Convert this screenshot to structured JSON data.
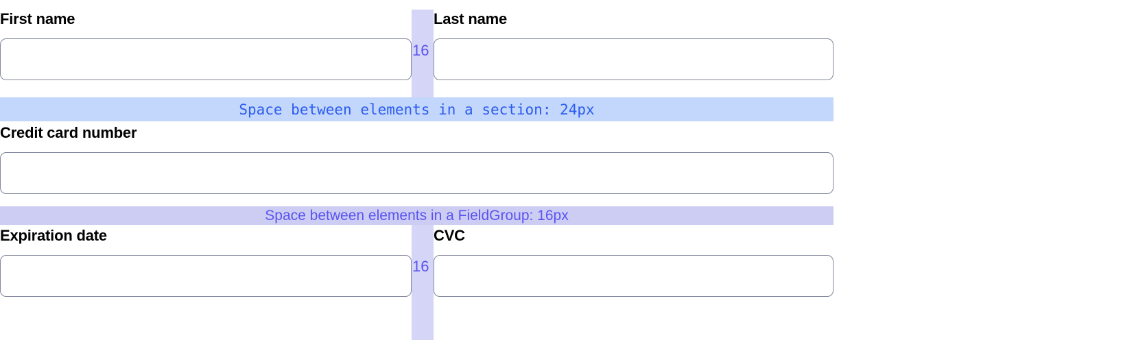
{
  "colors": {
    "section_band_bg": "#c3d6fb",
    "section_band_text": "#2b5cf0",
    "fieldgroup_band_bg": "#cdcdf4",
    "fieldgroup_band_text": "#5a54ef",
    "gap_band_bg": "#d5d5f7",
    "gap_label_text": "#5a54ef",
    "input_border": "#82869b",
    "label_text": "#000000",
    "page_bg": "#ffffff"
  },
  "form": {
    "fields": {
      "first_name": {
        "label": "First name",
        "value": "",
        "placeholder": ""
      },
      "last_name": {
        "label": "Last name",
        "value": "",
        "placeholder": ""
      },
      "credit_card_number": {
        "label": "Credit card number",
        "value": "",
        "placeholder": ""
      },
      "expiration_date": {
        "label": "Expiration date",
        "value": "",
        "placeholder": ""
      },
      "cvc": {
        "label": "CVC",
        "value": "",
        "placeholder": ""
      }
    }
  },
  "annotations": {
    "section_band": {
      "text": "Space between elements in a section: 24px",
      "value": "24px"
    },
    "fieldgroup_band": {
      "text": "Space between elements in a FieldGroup: 16px",
      "value": "16px"
    },
    "gap_top": {
      "text": "16",
      "value": "16px"
    },
    "gap_bottom": {
      "text": "16",
      "value": "16px"
    }
  }
}
